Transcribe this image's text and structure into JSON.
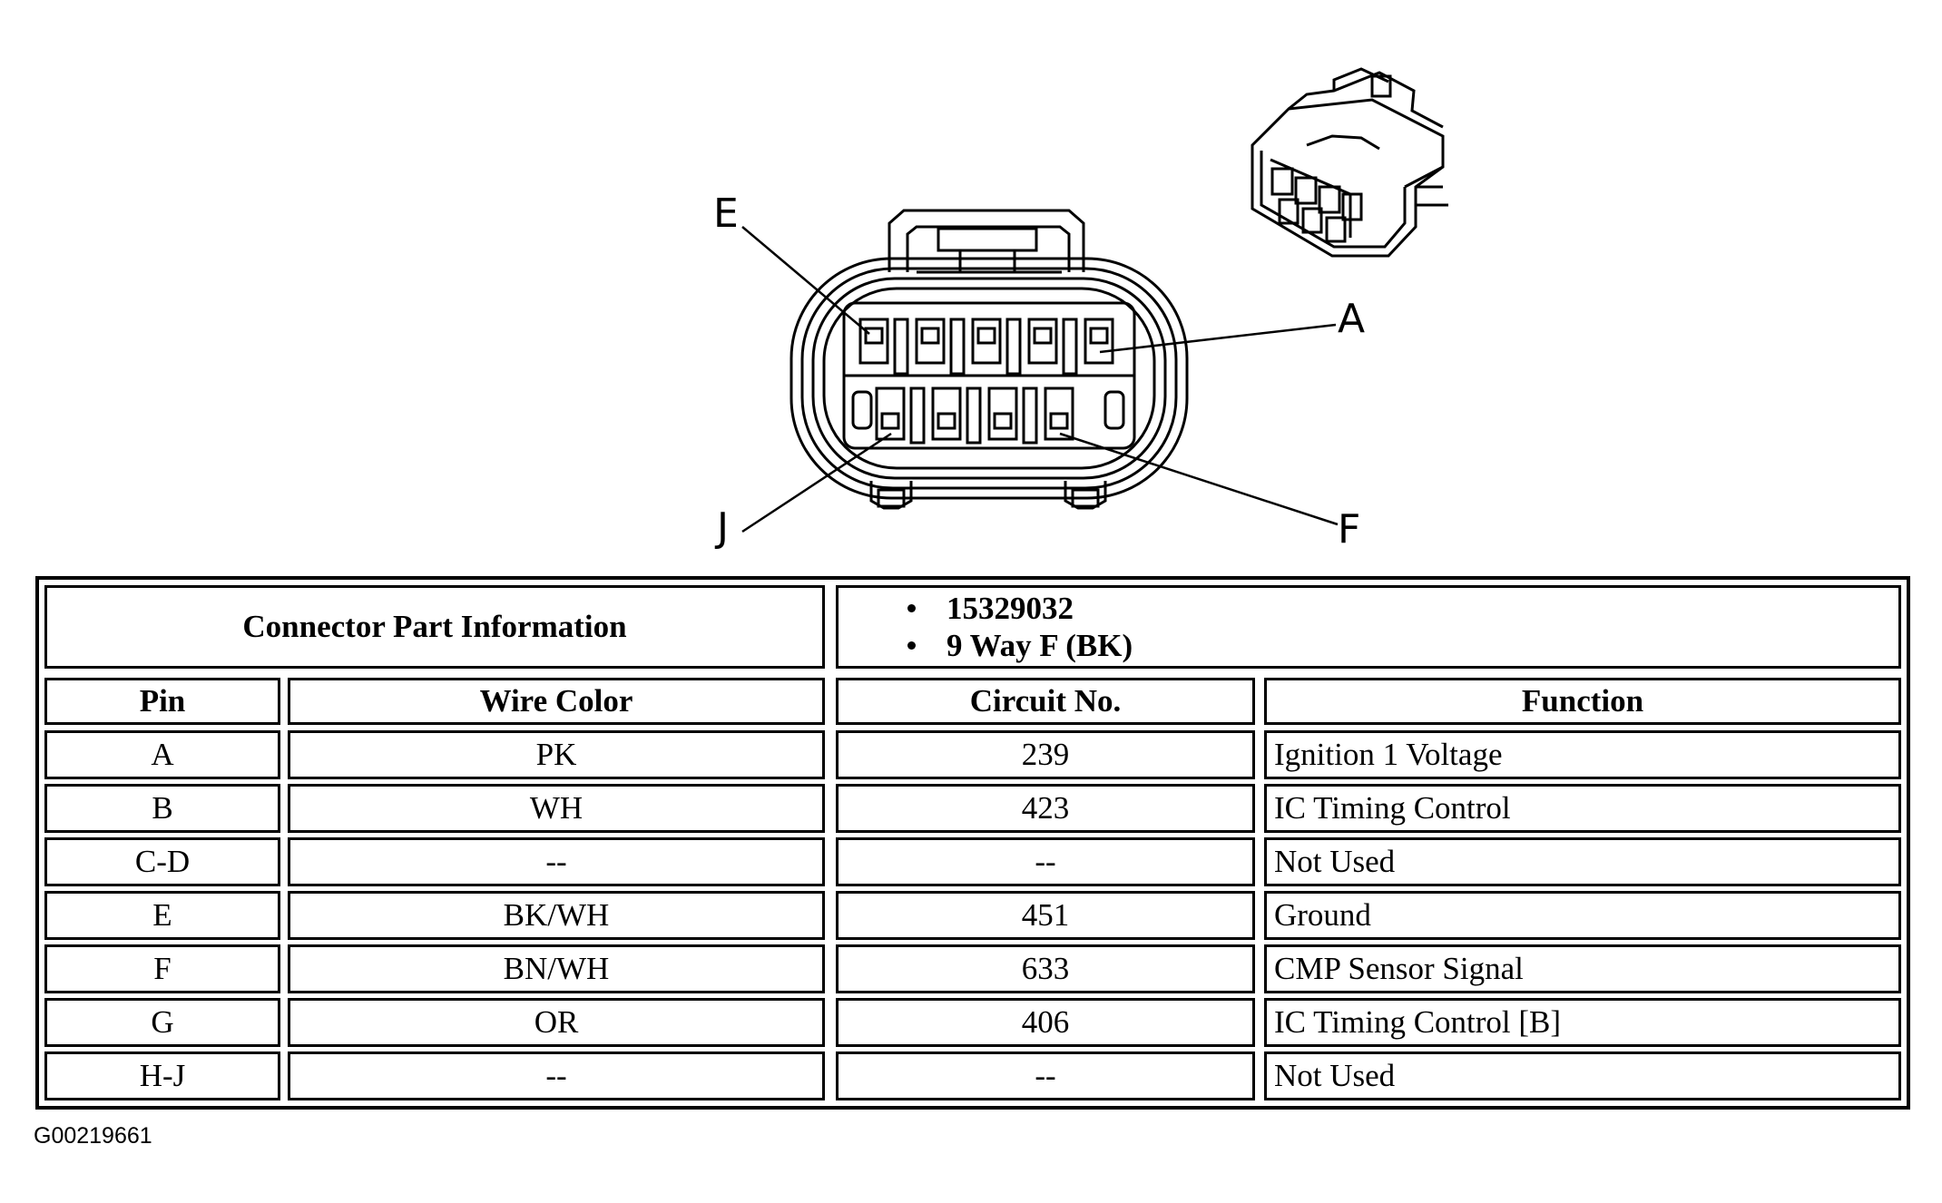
{
  "diagram": {
    "pin_labels": {
      "E": "E",
      "A": "A",
      "J": "J",
      "F": "F"
    }
  },
  "table": {
    "part_info_label": "Connector Part Information",
    "part_info_items": [
      "15329032",
      "9 Way F (BK)"
    ],
    "headers": {
      "pin": "Pin",
      "wire_color": "Wire Color",
      "circuit_no": "Circuit No.",
      "function": "Function"
    },
    "rows": [
      {
        "pin": "A",
        "wire_color": "PK",
        "circuit_no": "239",
        "function": "Ignition 1 Voltage"
      },
      {
        "pin": "B",
        "wire_color": "WH",
        "circuit_no": "423",
        "function": "IC Timing Control"
      },
      {
        "pin": "C-D",
        "wire_color": "--",
        "circuit_no": "--",
        "function": "Not Used"
      },
      {
        "pin": "E",
        "wire_color": "BK/WH",
        "circuit_no": "451",
        "function": "Ground"
      },
      {
        "pin": "F",
        "wire_color": "BN/WH",
        "circuit_no": "633",
        "function": "CMP Sensor Signal"
      },
      {
        "pin": "G",
        "wire_color": "OR",
        "circuit_no": "406",
        "function": "IC Timing Control [B]"
      },
      {
        "pin": "H-J",
        "wire_color": "--",
        "circuit_no": "--",
        "function": "Not Used"
      }
    ]
  },
  "figure_id": "G00219661"
}
